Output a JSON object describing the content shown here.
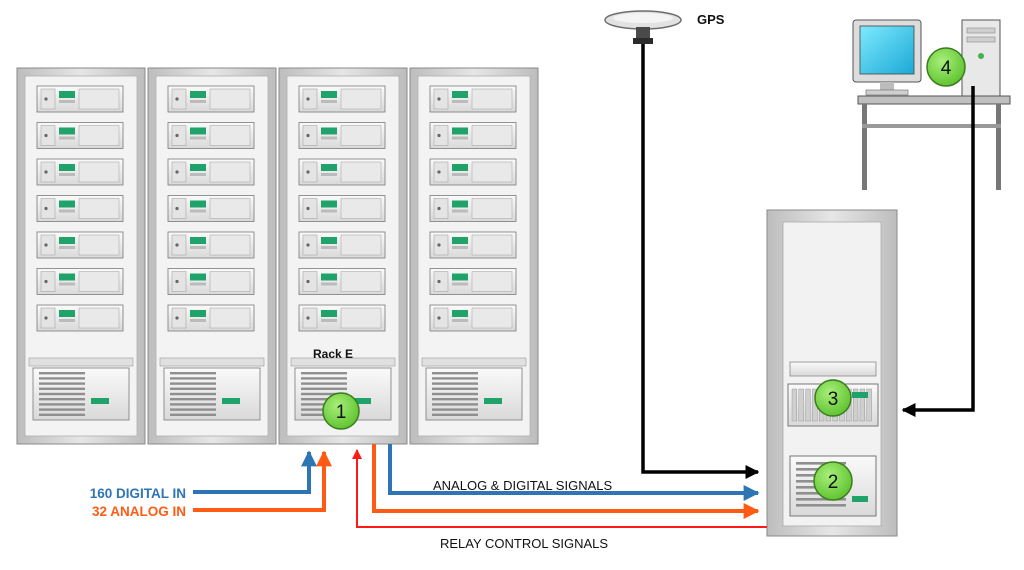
{
  "labels": {
    "gps": "GPS",
    "rack_e": "Rack E",
    "digital_in": "160 DIGITAL IN",
    "analog_in": "32 ANALOG IN",
    "analog_digital_signals": "ANALOG & DIGITAL SIGNALS",
    "relay_control_signals": "RELAY CONTROL SIGNALS"
  },
  "markers": [
    {
      "id": "1",
      "text": "1"
    },
    {
      "id": "2",
      "text": "2"
    },
    {
      "id": "3",
      "text": "3"
    },
    {
      "id": "4",
      "text": "4"
    }
  ],
  "colors": {
    "digital": "#2e75b6",
    "analog": "#ff5b14",
    "relay": "#ff1a1a",
    "gps_line": "#000000",
    "marker_fill": "#7ed957",
    "marker_stroke": "#3a7d1e",
    "rack_frame": "#d7d7d7",
    "rack_panel": "#eeeeee",
    "display_green": "#1fa36b"
  },
  "icons": {
    "gps_antenna": "gps-antenna-icon",
    "computer": "computer-workstation-icon",
    "server_rack": "server-rack-icon"
  }
}
